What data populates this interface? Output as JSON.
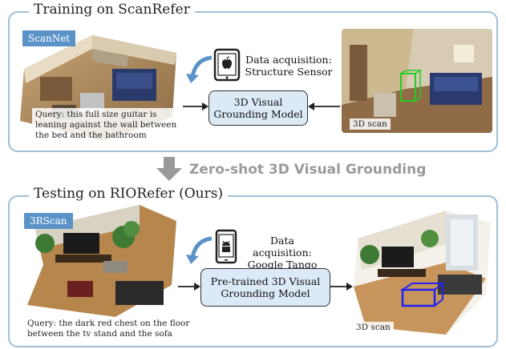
{
  "top_panel": {
    "title": "Training on ScanRefer",
    "dataset_tag": "ScanNet",
    "query": "Query: this full size guitar is\nleaning against the wall between\nthe bed and the bathroom",
    "acquisition": "Data acquisition:\nStructure Sensor",
    "model": "3D Visual\nGrounding Model",
    "scan_label": "3D scan"
  },
  "middle": {
    "label": "Zero-shot 3D Visual Grounding"
  },
  "bottom_panel": {
    "title": "Testing on RIORefer (Ours)",
    "dataset_tag": "3RScan",
    "query": "Query: the dark red chest on the floor\nbetween the tv stand and the sofa",
    "acquisition": "Data acquisition:\nGoogle Tango",
    "model": "Pre-trained 3D Visual\nGrounding Model",
    "scan_label": "3D scan"
  },
  "colors": {
    "panel_border": "#9fbfd6",
    "tag_fill": "#5b93c9",
    "model_fill": "#dce9f6",
    "curved_arrow": "#5b93c9",
    "top_bbox": "#22cc22",
    "bottom_bbox": "#2222ee",
    "zero_shot_arrow": "#9a9a9a"
  },
  "icons": {
    "top_device": "tablet-apple-icon",
    "bottom_device": "phone-android-icon"
  }
}
